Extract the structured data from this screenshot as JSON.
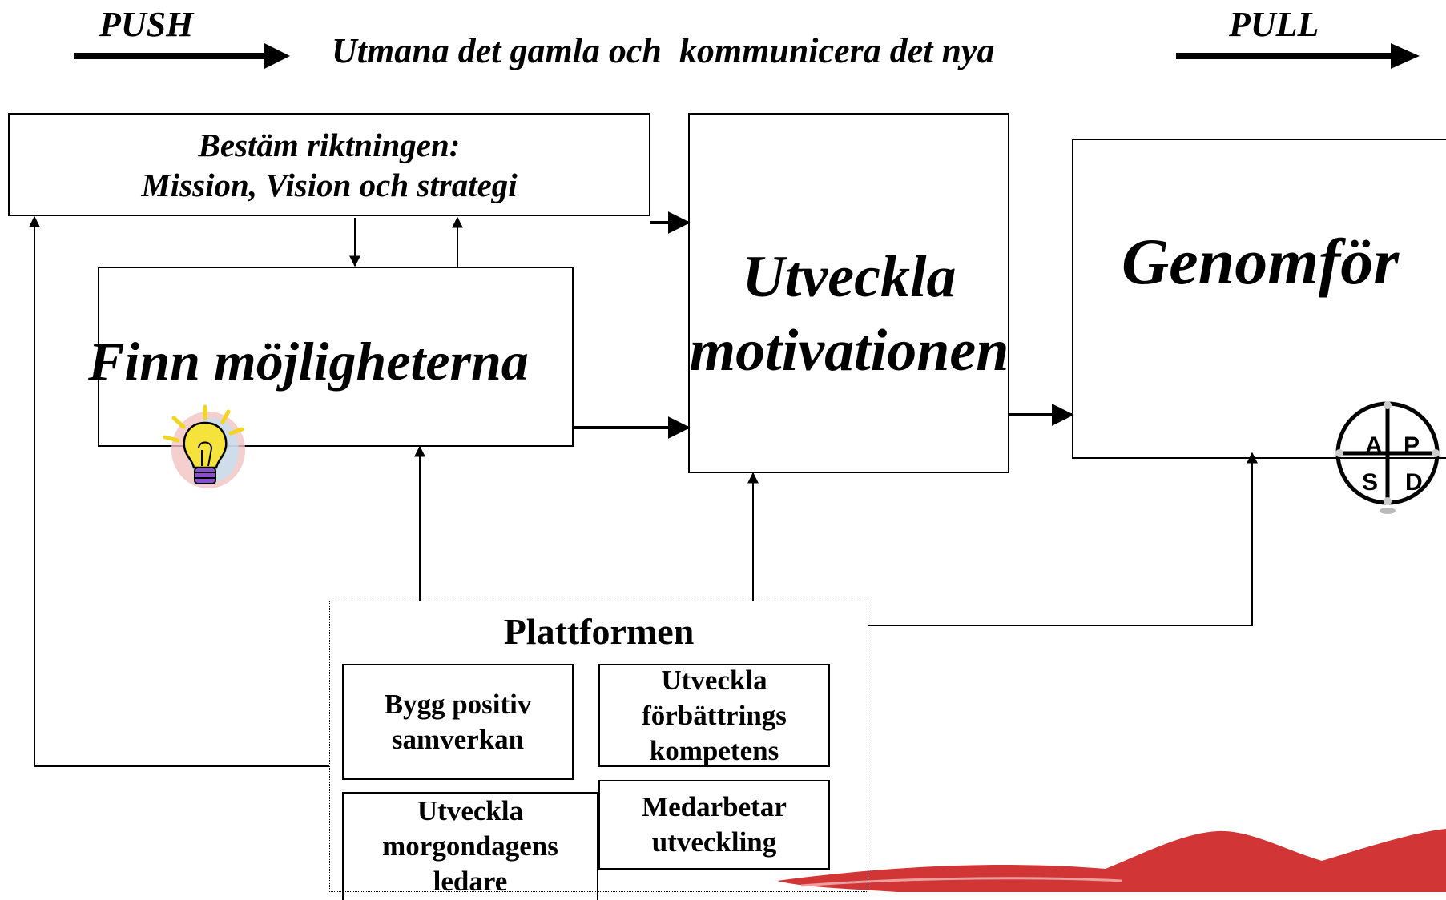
{
  "header": {
    "push_label": "PUSH",
    "center_text": "Utmana det gamla och  kommunicera det nya",
    "pull_label": "PULL"
  },
  "boxes": {
    "direction_line1": "Bestäm riktningen:",
    "direction_line2": "Mission, Vision och strategi",
    "opportunities": "Finn möjligheterna",
    "motivation_line1": "Utveckla",
    "motivation_line2": "motivationen",
    "execute": "Genomför"
  },
  "platform": {
    "title": "Plattformen",
    "items": [
      {
        "line1": "Bygg positiv",
        "line2": "samverkan",
        "line3": ""
      },
      {
        "line1": "Utveckla",
        "line2": "förbättrings",
        "line3": "kompetens"
      },
      {
        "line1": "Utveckla",
        "line2": "morgondagens",
        "line3": "ledare"
      },
      {
        "line1": "Medarbetar",
        "line2": "utveckling",
        "line3": ""
      }
    ]
  },
  "pdsa": {
    "quadrants": [
      "A",
      "P",
      "S",
      "D"
    ]
  },
  "icons": {
    "lightbulb": "lightbulb-icon",
    "pdsa_wheel": "pdsa-wheel-icon",
    "swoosh": "red-swoosh-decoration"
  },
  "colors": {
    "line": "#000000",
    "swoosh": "#d42a2a",
    "bulb": "#f5e23a"
  }
}
